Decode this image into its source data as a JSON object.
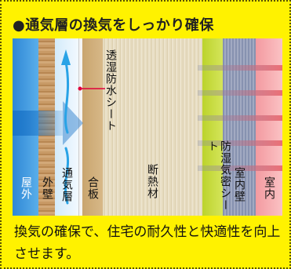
{
  "header": {
    "title": "●通気層の換気をしっかり確保"
  },
  "labels": {
    "outdoor": "屋外",
    "outer_wall": "外壁",
    "vent_layer": "通気層",
    "plywood": "合板",
    "insulation": "断熱材",
    "vapor_barrier": "防湿気密シート",
    "inner_wall": "室内壁",
    "indoor": "室内",
    "breathable_sheet": "透湿防水シート"
  },
  "caption": "換気の確保で、住宅の耐久性と快適性を向上させます。",
  "colors": {
    "background": "#fff200",
    "outdoor": "#3f9be0",
    "outer_wall": "#c49a6c",
    "vent_layer": "#e3f1fb",
    "plywood": "#c8a877",
    "insulation": "#e6dcc2",
    "vapor_barrier": "#c8dc3c",
    "inner_wall": "#8f98b4",
    "indoor": "#f6a5a8",
    "sheet_line": "#e0003a"
  }
}
